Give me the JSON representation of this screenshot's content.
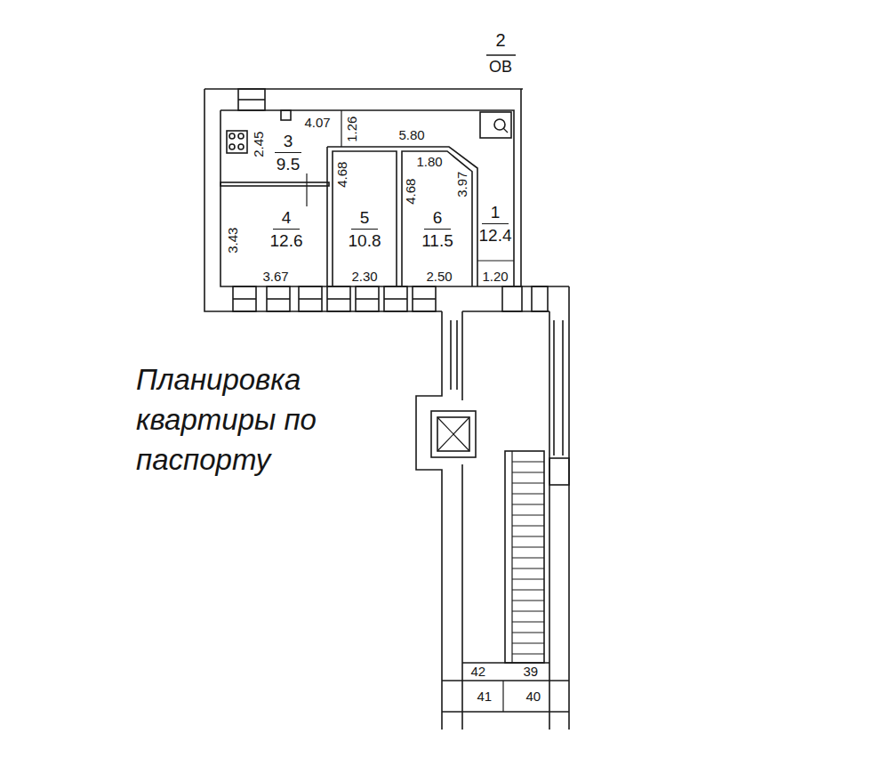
{
  "diagram": {
    "caption": "Планировка квартиры по паспорту",
    "nodes": [
      {
        "text": [
          "3",
          "9.5"
        ]
      },
      {
        "text": [
          "4",
          "12.6"
        ]
      },
      {
        "text": [
          "5",
          "10.8"
        ]
      },
      {
        "text": [
          "6",
          "11.5"
        ]
      },
      {
        "text": [
          "1",
          "12.4"
        ]
      }
    ],
    "labels": [
      "2",
      "ОВ",
      "4.07",
      "1.26",
      "5.80",
      "2.45",
      "4.68",
      "1.80",
      "3.97",
      "4.68",
      "3.43",
      "3.67",
      "2.30",
      "2.50",
      "1.20",
      "42",
      "39",
      "41",
      "40"
    ]
  }
}
